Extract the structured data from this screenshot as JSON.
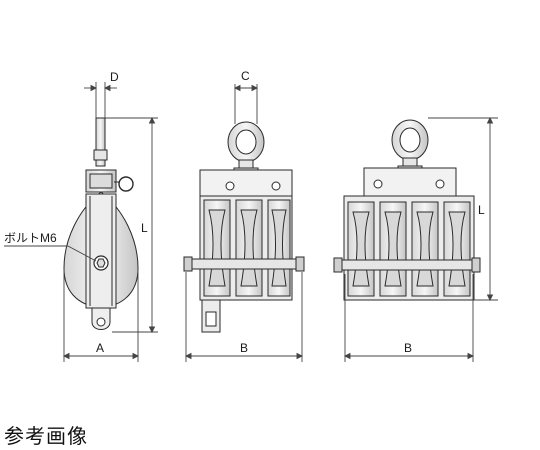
{
  "labels": {
    "d": "D",
    "c": "C",
    "l_left": "L",
    "l_right": "L",
    "a": "A",
    "b_middle": "B",
    "b_right": "B",
    "bolt": "ボルトM6"
  },
  "caption": "参考画像",
  "colors": {
    "line": "#2a2a2a",
    "fill": "#f2f2f2",
    "shade": "#c8c8c8",
    "dim": "#444444"
  }
}
